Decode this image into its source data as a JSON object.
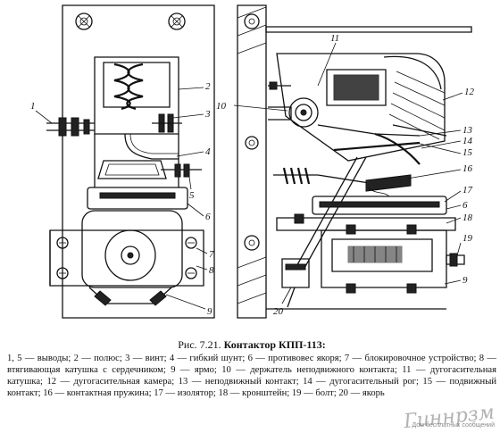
{
  "figure": {
    "callouts_left": [
      "1",
      "2",
      "3",
      "4",
      "5",
      "6",
      "7",
      "8",
      "9"
    ],
    "callouts_right": [
      "10",
      "11",
      "12",
      "13",
      "14",
      "15",
      "16",
      "17",
      "6",
      "18",
      "19",
      "9",
      "20"
    ]
  },
  "caption": {
    "title_prefix": "Рис. 7.21. ",
    "title_bold": "Контактор КПП-113:",
    "legend": "1, 5 — выводы; 2 — полюс; 3 — винт; 4 — гибкий шунт; 6 — противовес якоря; 7 — блокировочное устройство; 8 — втягивающая катушка с сердечником; 9 — ярмо; 10 — держатель неподвижного контакта; 11 — дугогасительная катушка; 12 — дугогасительная камера; 13 — неподвижный контакт; 14 — дугогасительный рог; 15 — подвижный контакт; 16 — контактная пружина; 17 — изолятор; 18 — кронштейн; 19 — болт; 20 — якорь"
  },
  "watermark": {
    "text": "Гиннрзм",
    "sub": "Дом бесплатных сообщений"
  }
}
